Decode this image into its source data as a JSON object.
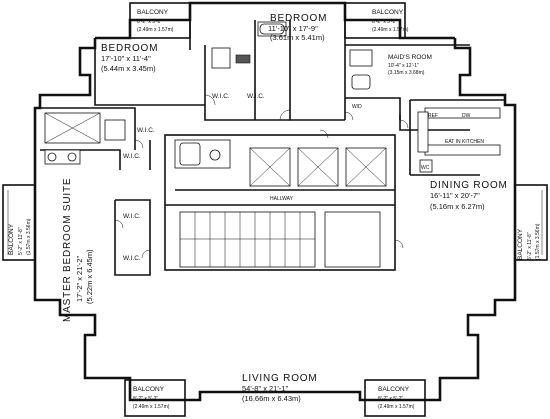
{
  "rooms": {
    "bedroom_top": {
      "name": "BEDROOM",
      "dim_imperial": "11'-10\" x 17'-9\"",
      "dim_metric": "(3.61m x 5.41m)"
    },
    "bedroom_left": {
      "name": "BEDROOM",
      "dim_imperial": "17'-10\" x 11'-4\"",
      "dim_metric": "(5.44m x 3.45m)"
    },
    "maids_room": {
      "name": "MAID'S ROOM",
      "dim_imperial": "10'-4\" x 12'-1\"",
      "dim_metric": "(3.15m x 3.68m)"
    },
    "dining_room": {
      "name": "DINING ROOM",
      "dim_imperial": "16'-11\" x 20'-7\"",
      "dim_metric": "(5.16m x 6.27m)"
    },
    "master_bedroom": {
      "name": "MASTER BEDROOM SUITE",
      "dim_imperial": "17'-2\" x 21'-2\"",
      "dim_metric": "(5.22m x 6.45m)"
    },
    "living_room": {
      "name": "LIVING ROOM",
      "dim_imperial": "54'-8\" x 21'-1\"",
      "dim_metric": "(16.66m x 6.43m)"
    },
    "hallway": {
      "name": "HALLWAY"
    },
    "eat_in_kitchen": {
      "name": "EAT IN KITCHEN"
    }
  },
  "balconies": {
    "top_left": {
      "name": "BALCONY",
      "dim_imperial": "8'-2\" x 5'-2\"",
      "dim_metric": "(2.49m x 1.57m)"
    },
    "top_right": {
      "name": "BALCONY",
      "dim_imperial": "8'-2\" x 5'-2\"",
      "dim_metric": "(2.49m x 1.57m)"
    },
    "left_side": {
      "name": "BALCONY",
      "dim_imperial": "5'-2\" x 11'-8\"",
      "dim_metric": "(1.57m x 3.56m)"
    },
    "right_side": {
      "name": "BALCONY",
      "dim_imperial": "5'-2\" x 11'-8\"",
      "dim_metric": "(1.57m x 3.56m)"
    },
    "bottom_left": {
      "name": "BALCONY",
      "dim_imperial": "8'-2\" x 5'-2\"",
      "dim_metric": "(2.49m x 1.57m)"
    },
    "bottom_right": {
      "name": "BALCONY",
      "dim_imperial": "8'-2\" x 5'-2\"",
      "dim_metric": "(2.49m x 1.57m)"
    }
  },
  "closets": {
    "wic_top_1": "W.I.C.",
    "wic_top_2": "W.I.C.",
    "wic_master_1": "W.I.C.",
    "wic_master_2": "W.I.C.",
    "wic_master_3": "W.I.C.",
    "wic_master_4": "W.I.C."
  },
  "appliances": {
    "wd_maid": "W/D",
    "ref": "REF",
    "dw": "DW",
    "wc": "WC"
  }
}
